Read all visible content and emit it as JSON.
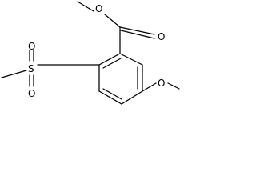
{
  "molecule": {
    "atoms": {
      "ester_carbonyl_o": "O",
      "ester_o": "O",
      "methoxy_o": "O",
      "sulfur": "S",
      "sulfonyl_o_top": "O",
      "sulfonyl_o_bottom": "O"
    }
  },
  "colors": {
    "bond": "#000000",
    "label": "#000000",
    "background": "#ffffff"
  }
}
